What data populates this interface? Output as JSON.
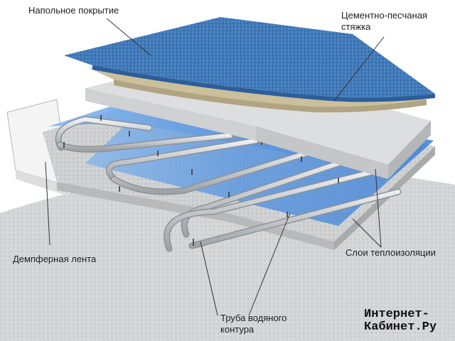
{
  "labels": {
    "floor_covering": "Напольное покрытие",
    "screed": "Цементно-песчаная\nстяжка",
    "damper_tape": "Демпферная лента",
    "insulation_layers": "Слои теплоизоляции",
    "water_pipe": "Труба водяного\nконтура"
  },
  "watermark": "Интернет-\nКабинет.Ру",
  "colors": {
    "floor_blue": "#3f78b8",
    "sand_layer": "#cbbf9c",
    "green_film": "#5a9a5c",
    "screed_grey": "#d6d8da",
    "insulation_blue": "#4d8fe0",
    "pipe_grey": "#b9bdc1",
    "base_grey": "#c9cbcd"
  }
}
